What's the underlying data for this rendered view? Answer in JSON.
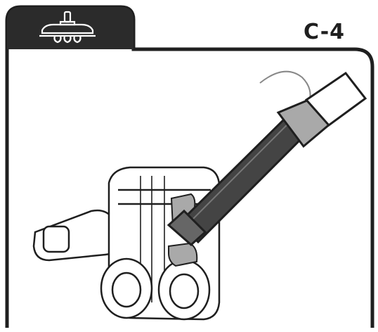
{
  "header": {
    "step_label": "C-4",
    "tab_icon": "brush-head-icon"
  },
  "illustration": {
    "subject": "vacuum-floor-brush-head",
    "tool": "crevice-tool",
    "colors": {
      "outline": "#1f1f1f",
      "tab_fill": "#2b2b2b",
      "highlight_gray": "#a9a9a9",
      "background": "#ffffff"
    }
  }
}
